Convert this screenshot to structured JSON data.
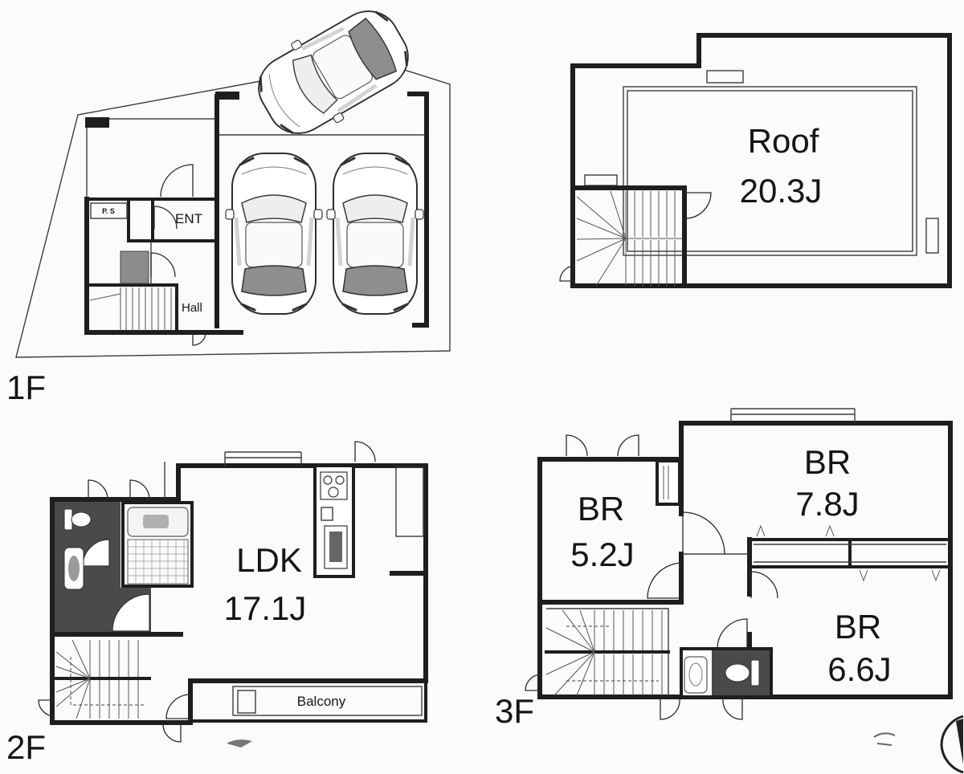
{
  "sheet": {
    "first_floor": {
      "floor_label": "1F",
      "pipe_space": "P. S",
      "entrance": "ENT",
      "hall": "Hall"
    },
    "roof": {
      "name": "Roof",
      "area": "20.3J"
    },
    "second_floor": {
      "floor_label": "2F",
      "living": "LDK",
      "living_area": "17.1J",
      "balcony": "Balcony"
    },
    "third_floor": {
      "floor_label": "3F",
      "bedrooms": [
        {
          "name": "BR",
          "area": "5.2J"
        },
        {
          "name": "BR",
          "area": "7.8J"
        },
        {
          "name": "BR",
          "area": "6.6J"
        }
      ]
    }
  },
  "icons": [
    "car-icon",
    "door-swing-icon",
    "stairs-icon",
    "toilet-icon",
    "bathtub-icon",
    "stove-icon",
    "kitchen-sink-icon",
    "washbasin-icon"
  ],
  "colors": {
    "wall": "#1e1e1e",
    "line": "#3c3c3c",
    "wet_area": "#4a4a4a",
    "shade": "#8c8c8c",
    "paper": "#fbfbfb"
  }
}
